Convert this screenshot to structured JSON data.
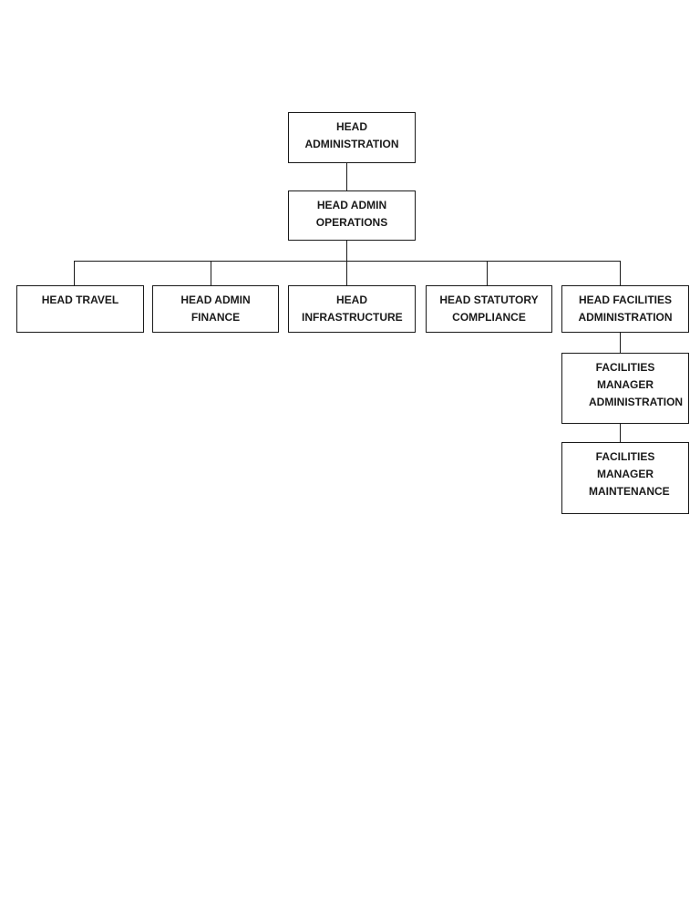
{
  "org_chart": {
    "root": "HEAD ADMINISTRATION",
    "operations": "HEAD ADMIN OPERATIONS",
    "departments": [
      "HEAD TRAVEL",
      "HEAD ADMIN FINANCE",
      "HEAD INFRASTRUCTURE",
      "HEAD STATUTORY COMPLIANCE",
      "HEAD FACILITIES ADMINISTRATION"
    ],
    "facilities_chain": [
      "FACILITIES MANAGER ADMINISTRATION",
      "FACILITIES MANAGER MAINTENANCE"
    ]
  }
}
